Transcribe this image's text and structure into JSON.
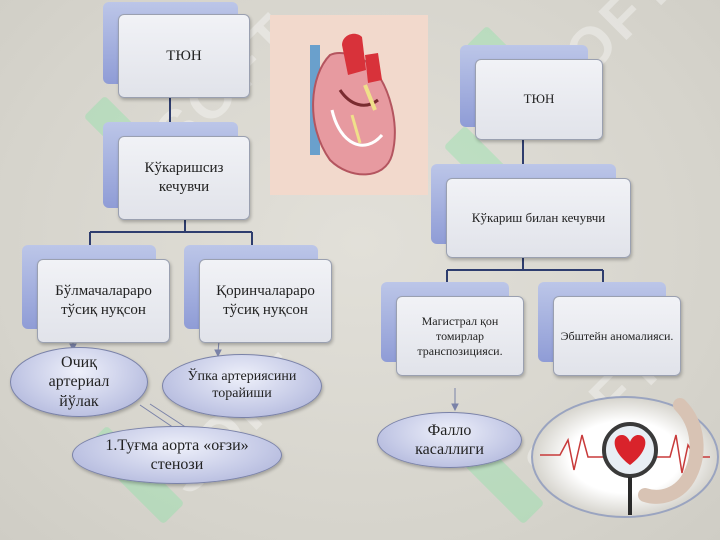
{
  "left_tree": {
    "root": "ТЮН",
    "level2": "Кўкаришсиз кечувчи",
    "child_left": "Бўлмачалараро тўсиқ нуқсон",
    "child_right": "Қоринчалараро тўсиқ нуқсон"
  },
  "left_ellipses": {
    "pda": "Очиқ артериал йўлак",
    "pulmonary": "Ўпка артериясини торайиши",
    "aortic": "1.Туғма аорта «оғзи» стенози"
  },
  "right_tree": {
    "root": "ТЮН",
    "level2": "Кўкариш билан кечувчи",
    "child_left": "Магистрал қон томирлар транспозицияси.",
    "child_right": "Эбштейн аномалияси."
  },
  "right_ellipse": {
    "fallot": "Фалло касаллиги"
  },
  "watermark": "SOFT",
  "colors": {
    "box_shadow_blue": "#8f9cd6",
    "connector": "#2e3d6e",
    "ellipse_fill": "#c4c9e6"
  },
  "icons": [
    "heart-anatomy-image",
    "stethoscope-heart-image"
  ]
}
